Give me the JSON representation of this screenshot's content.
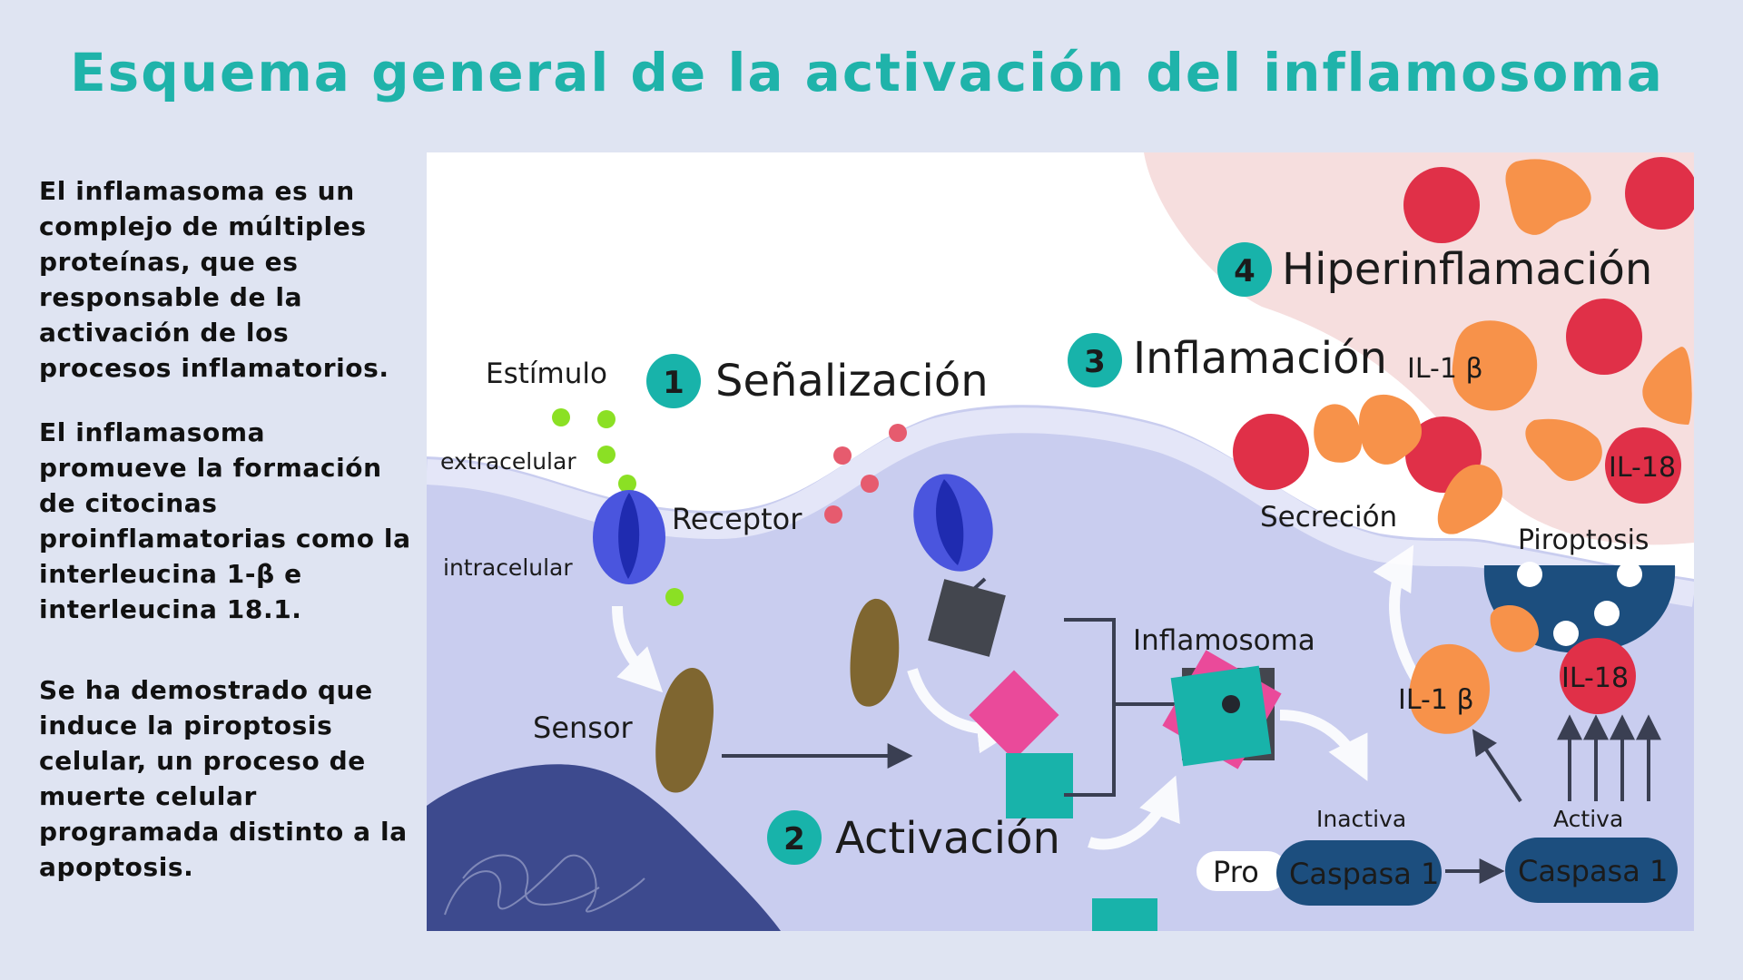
{
  "title": "Esquema general de la activación del inflamosoma",
  "paragraphs": [
    "El inflamasoma es un complejo de múltiples proteínas,  que es responsable de la activación de los procesos inflamatorios.",
    "El inflamasoma promueve la formación de citocinas proinflamatorias como la interleucina 1-β e interleucina 18.1.",
    "Se ha demostrado que induce la piroptosis celular, un proceso de muerte celular programada distinto a la apoptosis."
  ],
  "diagram": {
    "steps": [
      {
        "number": "1",
        "label": "Señalización"
      },
      {
        "number": "2",
        "label": "Activación"
      },
      {
        "number": "3",
        "label": "Inflamación"
      },
      {
        "number": "4",
        "label": "Hiperinflamación"
      }
    ],
    "labels": {
      "stimulus": "Estímulo",
      "extracellular": "extracelular",
      "intracellular": "intracelular",
      "receptor": "Receptor",
      "sensor": "Sensor",
      "inflamosoma": "Inflamosoma",
      "secretion": "Secreción",
      "pyroptosis": "Piroptosis",
      "inactive": "Inactiva",
      "active": "Activa",
      "pro": "Pro",
      "caspase_inactive": "Caspasa 1",
      "caspase_active": "Caspasa 1",
      "il1b_top": "IL-1 β",
      "il18_top": "IL-18",
      "il1b_bottom": "IL-1 β",
      "il18_bottom": "IL-18"
    },
    "colors": {
      "teal": "#18b3aa",
      "receptor": "#4a55de",
      "sensor": "#7f6630",
      "cytokine_red": "#e03048",
      "cytokine_orange": "#f7924a",
      "caspase": "#1c4e7e",
      "inflammation_zone": "#f6dede",
      "nucleus": "#3d4a8e",
      "green_stimulus": "#8be024",
      "pink_stimulus": "#e65b6e"
    }
  }
}
